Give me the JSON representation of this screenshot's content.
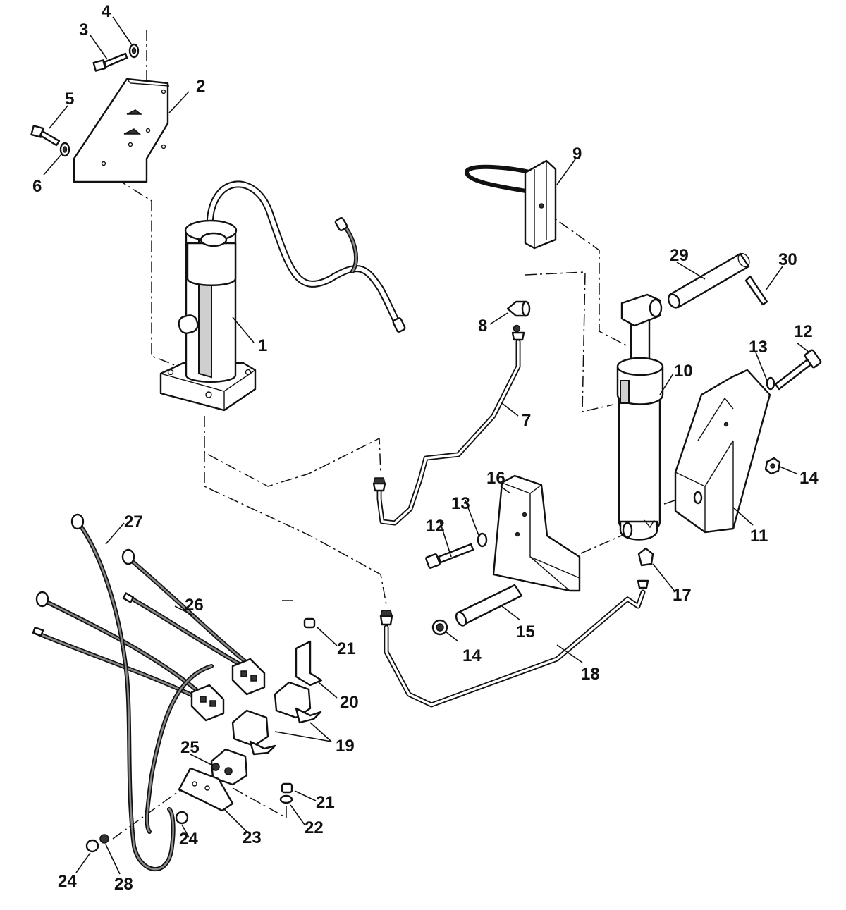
{
  "callouts": [
    {
      "id": "c1",
      "text": "1"
    },
    {
      "id": "c2",
      "text": "2"
    },
    {
      "id": "c3",
      "text": "3"
    },
    {
      "id": "c4",
      "text": "4"
    },
    {
      "id": "c5",
      "text": "5"
    },
    {
      "id": "c6",
      "text": "6"
    },
    {
      "id": "c7",
      "text": "7"
    },
    {
      "id": "c8",
      "text": "8"
    },
    {
      "id": "c9",
      "text": "9"
    },
    {
      "id": "c10",
      "text": "10"
    },
    {
      "id": "c11",
      "text": "11"
    },
    {
      "id": "c12a",
      "text": "12"
    },
    {
      "id": "c12b",
      "text": "12"
    },
    {
      "id": "c13a",
      "text": "13"
    },
    {
      "id": "c13b",
      "text": "13"
    },
    {
      "id": "c14a",
      "text": "14"
    },
    {
      "id": "c14b",
      "text": "14"
    },
    {
      "id": "c15",
      "text": "15"
    },
    {
      "id": "c16",
      "text": "16"
    },
    {
      "id": "c17",
      "text": "17"
    },
    {
      "id": "c18",
      "text": "18"
    },
    {
      "id": "c19",
      "text": "19"
    },
    {
      "id": "c20",
      "text": "20"
    },
    {
      "id": "c21a",
      "text": "21"
    },
    {
      "id": "c21b",
      "text": "21"
    },
    {
      "id": "c22",
      "text": "22"
    },
    {
      "id": "c23",
      "text": "23"
    },
    {
      "id": "c24a",
      "text": "24"
    },
    {
      "id": "c24b",
      "text": "24"
    },
    {
      "id": "c25",
      "text": "25"
    },
    {
      "id": "c26",
      "text": "26"
    },
    {
      "id": "c27",
      "text": "27"
    },
    {
      "id": "c28",
      "text": "28"
    },
    {
      "id": "c29",
      "text": "29"
    },
    {
      "id": "c30",
      "text": "30"
    }
  ]
}
